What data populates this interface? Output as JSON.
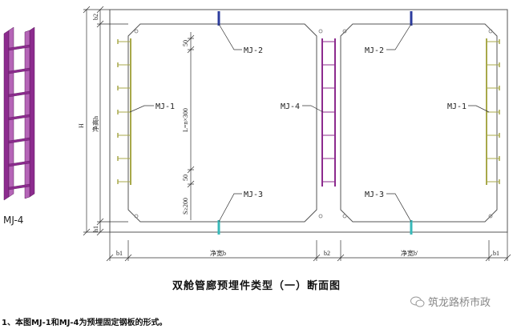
{
  "title": "双舱管廊预埋件类型（一）断面图",
  "note": "1、本图MJ-1和MJ-4为预埋固定钢板的形式。",
  "watermark": "筑龙路桥市政",
  "iso_label": "MJ-4",
  "labels": {
    "mj1_left": "MJ-1",
    "mj1_right": "MJ-1",
    "mj2_left": "MJ-2",
    "mj2_right": "MJ-2",
    "mj3_left": "MJ-3",
    "mj3_right": "MJ-3",
    "mj4": "MJ-4",
    "dim_H": "H",
    "dim_h": "净高h",
    "dim_b2_top": "b2",
    "dim_h1": "h1",
    "dim_50_top": "50",
    "dim_L": "L=n×300",
    "dim_50_bot": "50",
    "dim_s": "S≥200",
    "dim_b1_left": "b1",
    "dim_b_left": "净宽b",
    "dim_b2_bottom": "b2",
    "dim_b_right": "净宽b'",
    "dim_b1_right": "b1"
  },
  "colors": {
    "mj1": "#a8a94a",
    "mj2": "#2c3c9e",
    "mj3": "#38b9b9",
    "mj4": "#8c2b8e",
    "line": "#444444"
  }
}
